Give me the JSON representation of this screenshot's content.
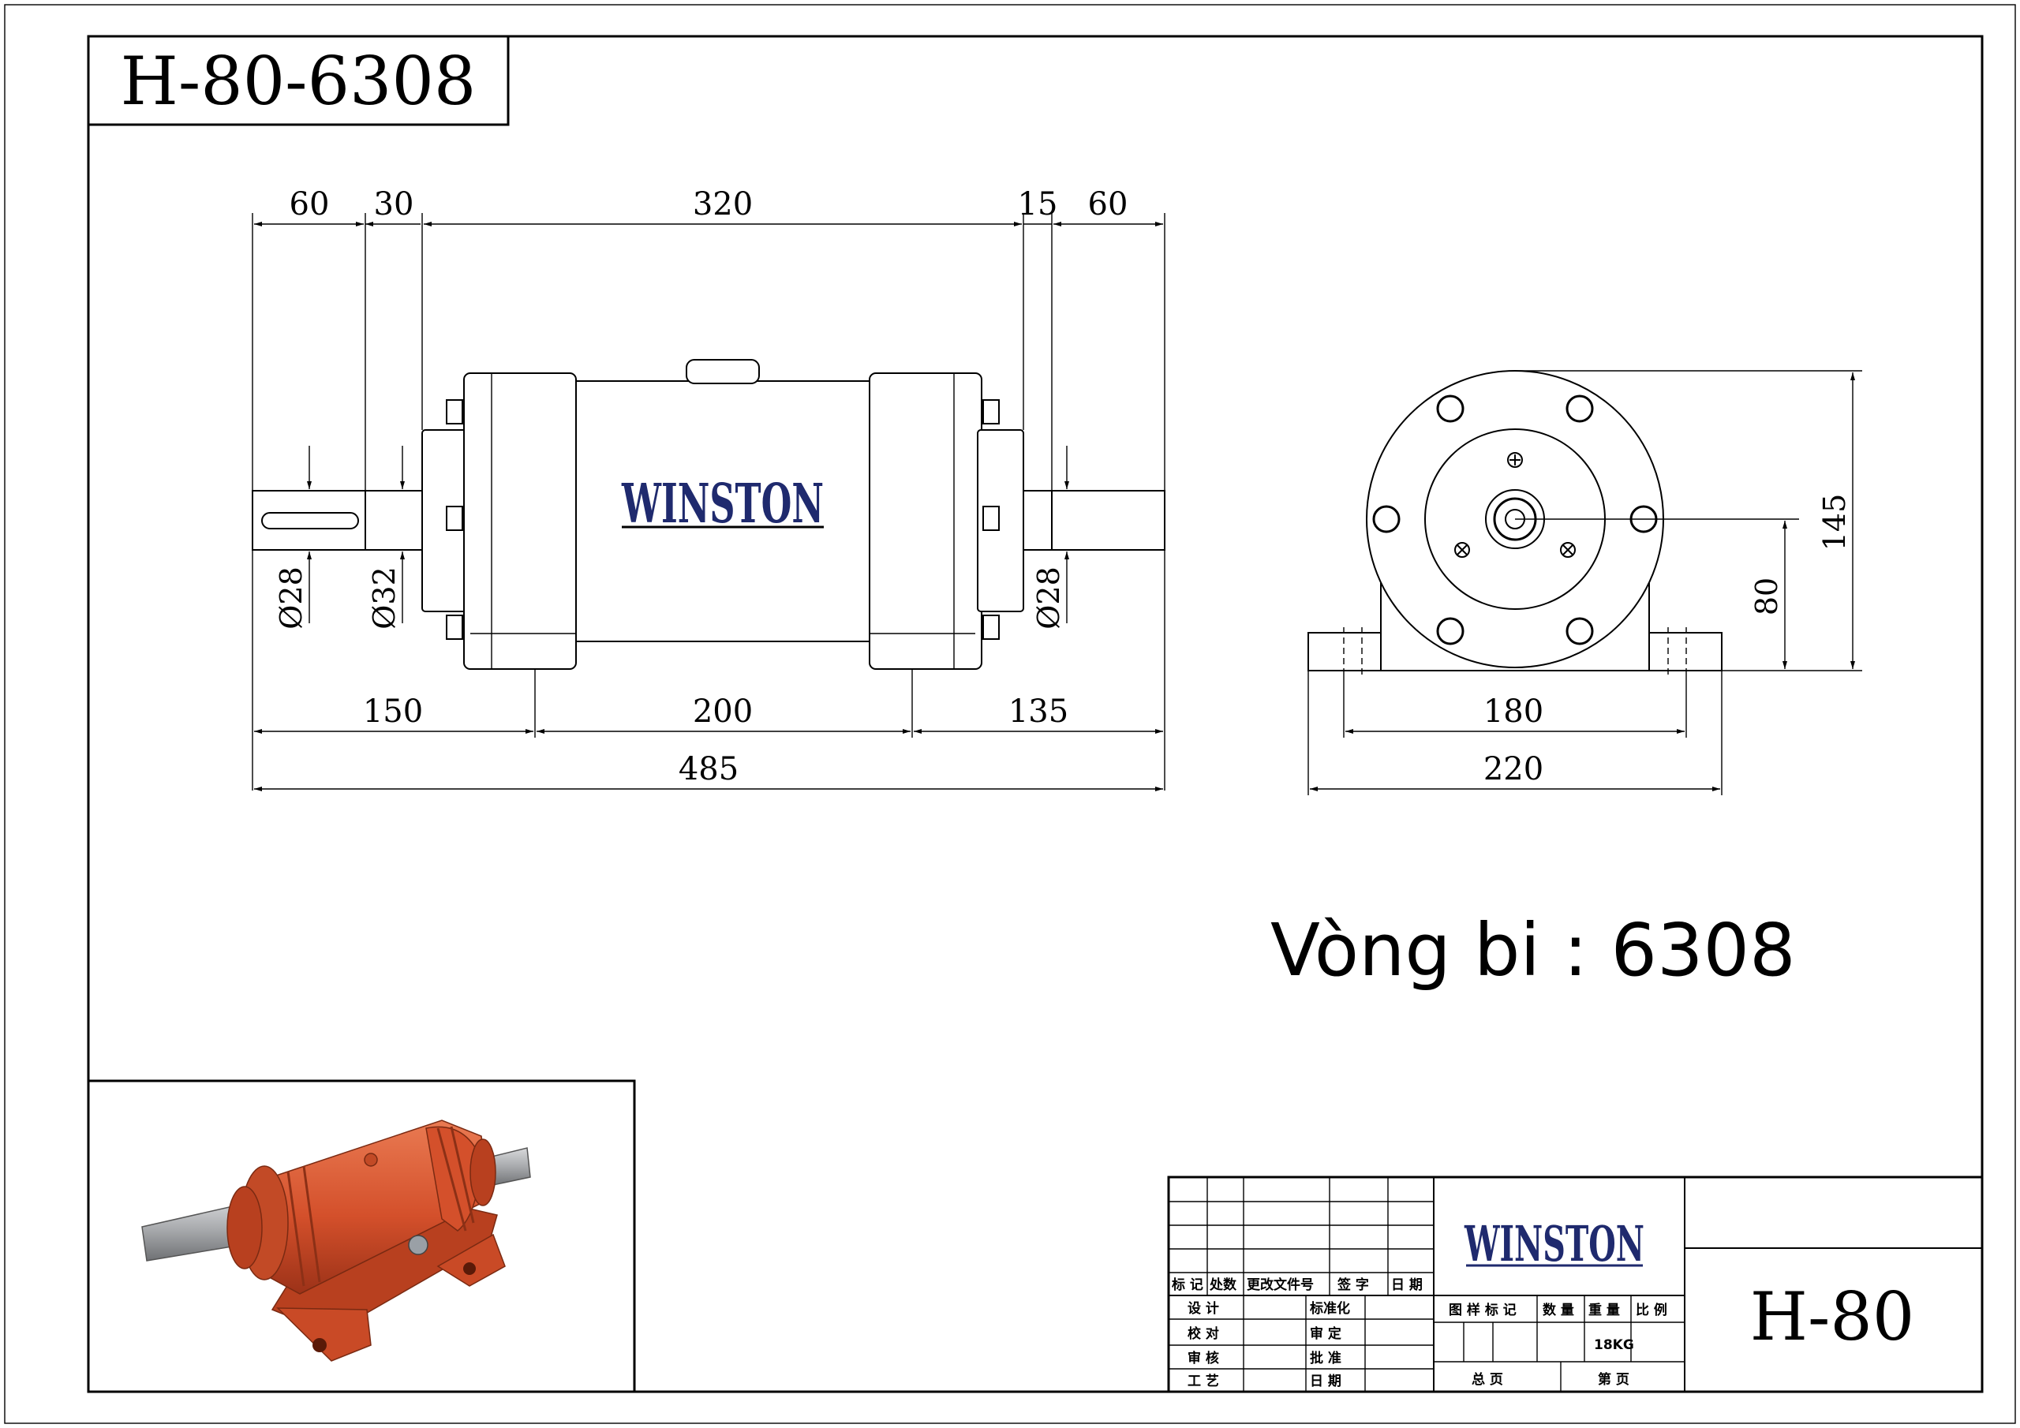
{
  "drawing": {
    "code": "H-80-6308",
    "brand": "WINSTON",
    "bearing_label": "Vòng bi : 6308",
    "model": "H-80"
  },
  "dims_top": {
    "a": "60",
    "b": "30",
    "c": "320",
    "d": "15",
    "e": "60"
  },
  "dims_bottom": {
    "a": "150",
    "b": "200",
    "c": "135",
    "total": "485"
  },
  "diameters": {
    "left_shaft": "Ø28",
    "collar": "Ø32",
    "right_shaft": "Ø28"
  },
  "side_view": {
    "height_total": "145",
    "center_height": "80",
    "bolt_span": "180",
    "base_width": "220"
  },
  "title_block": {
    "h1": "标 记",
    "h2": "处数",
    "h3": "更改文件号",
    "h4": "签 字",
    "h5": "日 期",
    "r1a": "设  计",
    "r1b": "标准化",
    "r2a": "校  对",
    "r2b": "审  定",
    "r3a": "审  核",
    "r3b": "批  准",
    "r4a": "工  艺",
    "r4b": "日  期",
    "m1": "图 样 标 记",
    "m2": "数  量",
    "m3": "重 量",
    "m4": "比 例",
    "weight": "18KG",
    "pages_total": "总      页",
    "page_no": "第      页"
  },
  "colors": {
    "logo_blue": "#1f2a6e",
    "product_red": "#d4502b",
    "shaft_grey": "#a7a9ac"
  }
}
